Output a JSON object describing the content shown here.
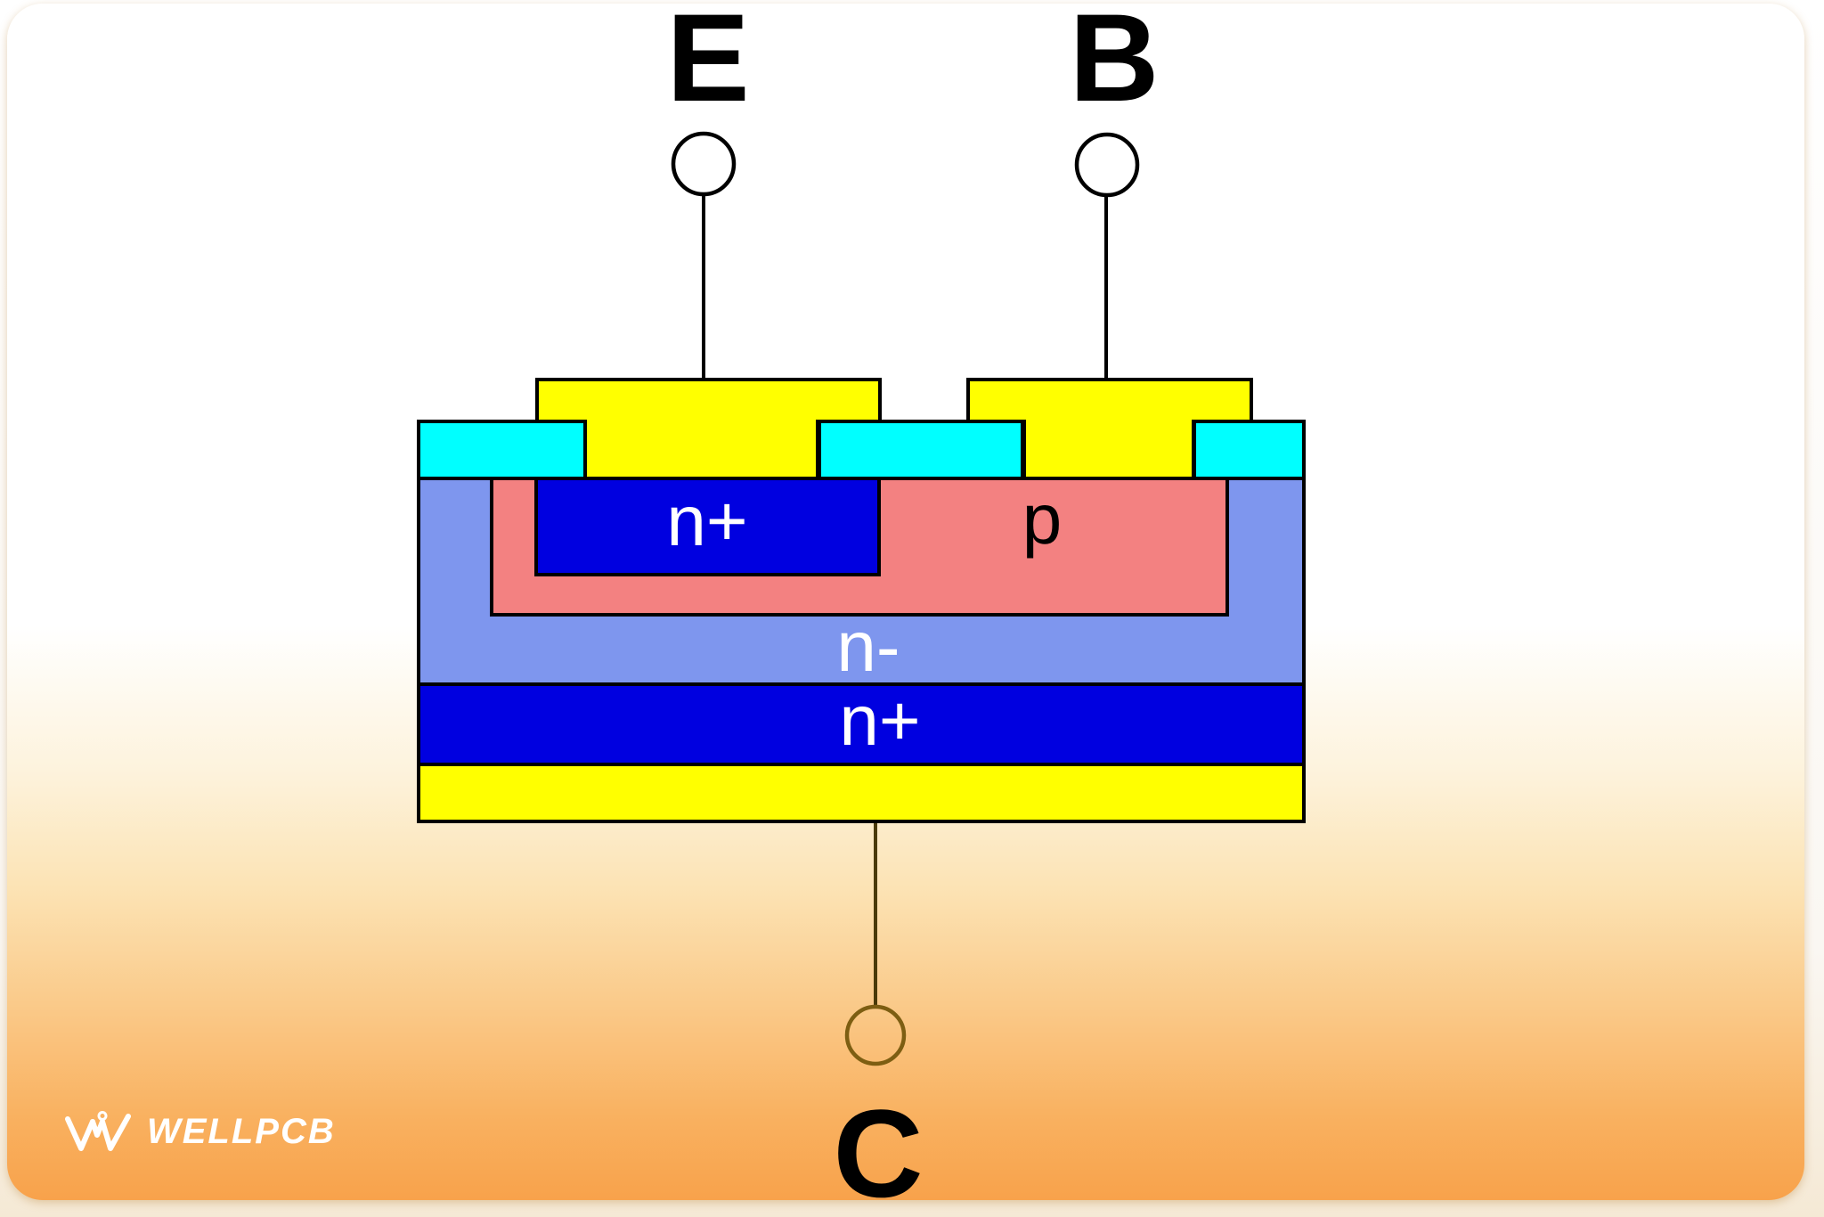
{
  "diagram": {
    "terminals": {
      "emitter": {
        "label": "E"
      },
      "base": {
        "label": "B"
      },
      "collector": {
        "label": "C"
      }
    },
    "regions": {
      "emitter_region": {
        "label": "n+"
      },
      "base_region": {
        "label": "p"
      },
      "epitaxial_region": {
        "label": "n-"
      },
      "buried_region": {
        "label": "n+"
      }
    },
    "colors": {
      "metal_contact": "#FFFF00",
      "oxide": "#00FFFF",
      "n_plus": "#0000E0",
      "n_minus": "#7E96EE",
      "p_region": "#F38181",
      "outline": "#000000",
      "terminal_node": "#FFFFFF",
      "collector_node": "#7D5E12",
      "collector_label": "#A3671A",
      "background_bottom": "#F8A24B"
    }
  },
  "watermark": {
    "brand": "WELLPCB"
  }
}
